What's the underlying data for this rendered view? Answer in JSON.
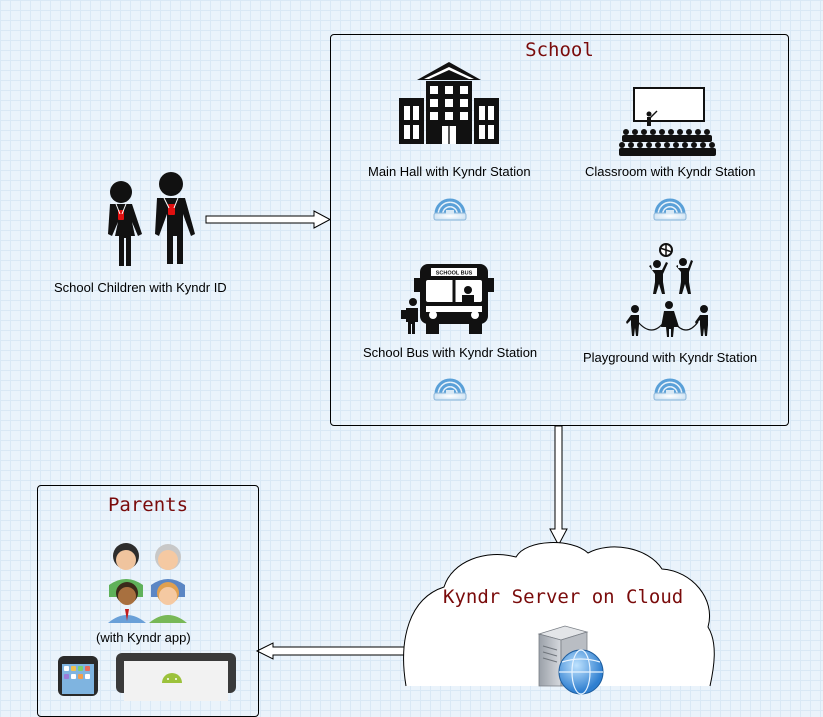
{
  "school": {
    "title": "School",
    "main_hall": "Main Hall with Kyndr Station",
    "classroom": "Classroom with Kyndr Station",
    "bus": "School Bus with Kyndr Station",
    "bus_sign": "SCHOOL BUS",
    "playground": "Playground with Kyndr Station"
  },
  "children": {
    "label": "School Children with Kyndr ID"
  },
  "parents": {
    "title": "Parents",
    "app_label": "(with Kyndr app)"
  },
  "server": {
    "title": "Kyndr Server on Cloud"
  },
  "icons": {
    "station": "wifi-station-icon",
    "building": "school-building-icon",
    "classroom": "classroom-icon",
    "bus": "school-bus-icon",
    "playground": "playground-icon",
    "children": "children-icon",
    "parents": "parents-group-icon",
    "server": "server-globe-icon"
  },
  "colors": {
    "title": "#7a0b0b",
    "station": "#5aa0d8"
  }
}
